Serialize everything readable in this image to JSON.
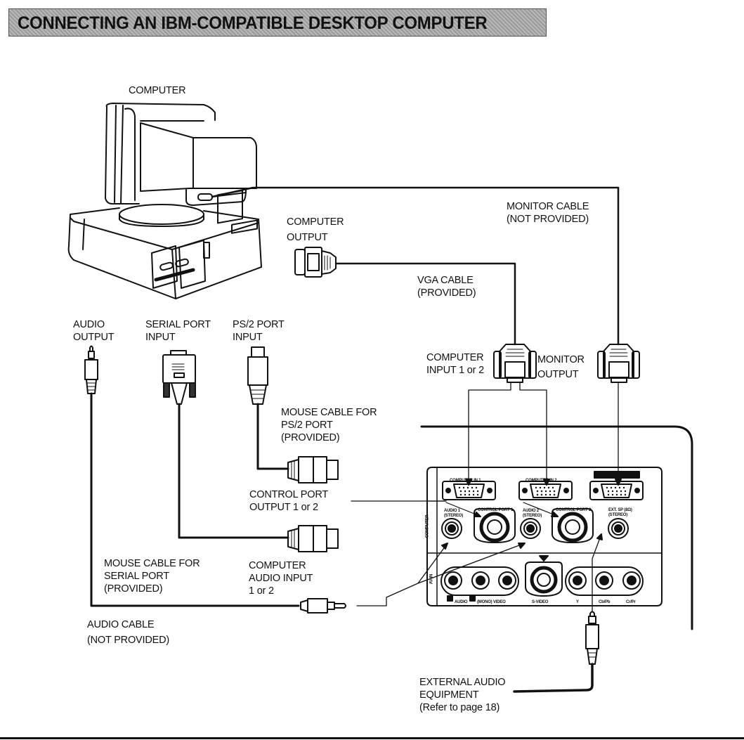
{
  "page": {
    "title": "CONNECTING AN IBM-COMPATIBLE DESKTOP COMPUTER"
  },
  "computer": {
    "label": "COMPUTER",
    "output_label_1": "COMPUTER",
    "output_label_2": "OUTPUT"
  },
  "cables": {
    "monitor_cable_1": "MONITOR CABLE",
    "monitor_cable_2": "(NOT PROVIDED)",
    "vga_cable_1": "VGA CABLE",
    "vga_cable_2": "(PROVIDED)",
    "mouse_ps2_1": "MOUSE CABLE FOR",
    "mouse_ps2_2": "PS/2 PORT",
    "mouse_ps2_3": "(PROVIDED)",
    "mouse_serial_1": "MOUSE CABLE FOR",
    "mouse_serial_2": "SERIAL PORT",
    "mouse_serial_3": "(PROVIDED)",
    "audio_cable_1": "AUDIO CABLE",
    "audio_cable_2": "(NOT PROVIDED)"
  },
  "ports": {
    "audio_output_1": "AUDIO",
    "audio_output_2": "OUTPUT",
    "serial_port_1": "SERIAL PORT",
    "serial_port_2": "INPUT",
    "ps2_port_1": "PS/2 PORT",
    "ps2_port_2": "INPUT",
    "computer_input_1": "COMPUTER",
    "computer_input_2": "INPUT 1 or 2",
    "monitor_output_1": "MONITOR",
    "monitor_output_2": "OUTPUT",
    "control_port_1": "CONTROL PORT",
    "control_port_2": "OUTPUT 1 or 2",
    "computer_audio_1": "COMPUTER",
    "computer_audio_2": "AUDIO INPUT",
    "computer_audio_3": "1 or 2"
  },
  "panel": {
    "computer_in_1": "COMPUTER IN 1",
    "computer_in_2": "COMPUTER IN 2",
    "control_port_1": "CONTROL PORT 1",
    "control_port_2": "CONTROL PORT 2",
    "audio_1": "AUDIO 1",
    "audio_1_sub": "(STEREO)",
    "audio_2": "AUDIO 2",
    "audio_2_sub": "(STEREO)",
    "ext_sp": "EXT. SP (8Ω)",
    "ext_sp_sub": "(STEREO)",
    "side_computer": "COMPUTER",
    "side_av_in": "AV IN",
    "audio": "AUDIO",
    "mono_video": "(MONO) VIDEO",
    "s_video": "S-VIDEO",
    "y": "Y",
    "cb_pb": "Cb/Pb",
    "cr_pr": "Cr/Pr"
  },
  "external": {
    "label_1": "EXTERNAL AUDIO",
    "label_2": "EQUIPMENT",
    "label_3": "(Refer to page 18)"
  }
}
